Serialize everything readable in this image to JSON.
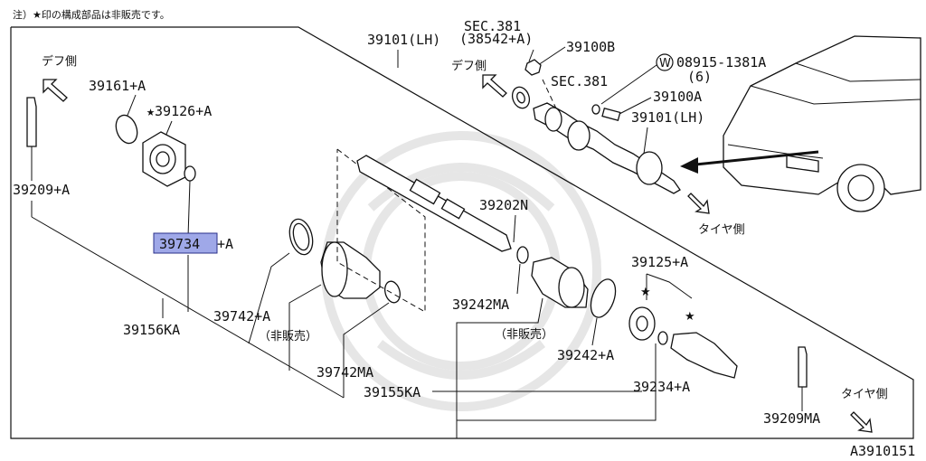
{
  "diagram": {
    "note": "注）★印の構成部品は非販売です。",
    "figure_code": "A3910151",
    "highlighted_part": "39734",
    "labels": {
      "diff_side_left": "デフ側",
      "p39161": "39161+A",
      "p39126": "★39126+A",
      "p39209a": "39209+A",
      "p39734": "39734",
      "p39734_suffix": "+A",
      "p39742": "39742+A",
      "not_sold_1": "（非販売）",
      "p39156ka": "39156KA",
      "p39742ma": "39742MA",
      "p39101_lh_top": "39101(LH)",
      "sec381_a": "SEC.381",
      "p38542": "(38542+A)",
      "p39100b": "39100B",
      "diff_side_right": "デフ側",
      "sec381_b": "SEC.381",
      "p08915": "08915-1381A",
      "p08915_qty": "(6)",
      "w_mark": "W",
      "p39100a": "39100A",
      "p39101_lh_right": "39101(LH)",
      "tire_side_1": "タイヤ側",
      "p39202n": "39202N",
      "p39125": "39125+A",
      "p39242ma": "39242MA",
      "not_sold_2": "（非販売）",
      "p39242": "39242+A",
      "p39155ka": "39155KA",
      "p39234": "39234+A",
      "tire_side_2": "タイヤ側",
      "p39209ma": "39209MA",
      "star_1": "★",
      "star_2": "★"
    }
  }
}
